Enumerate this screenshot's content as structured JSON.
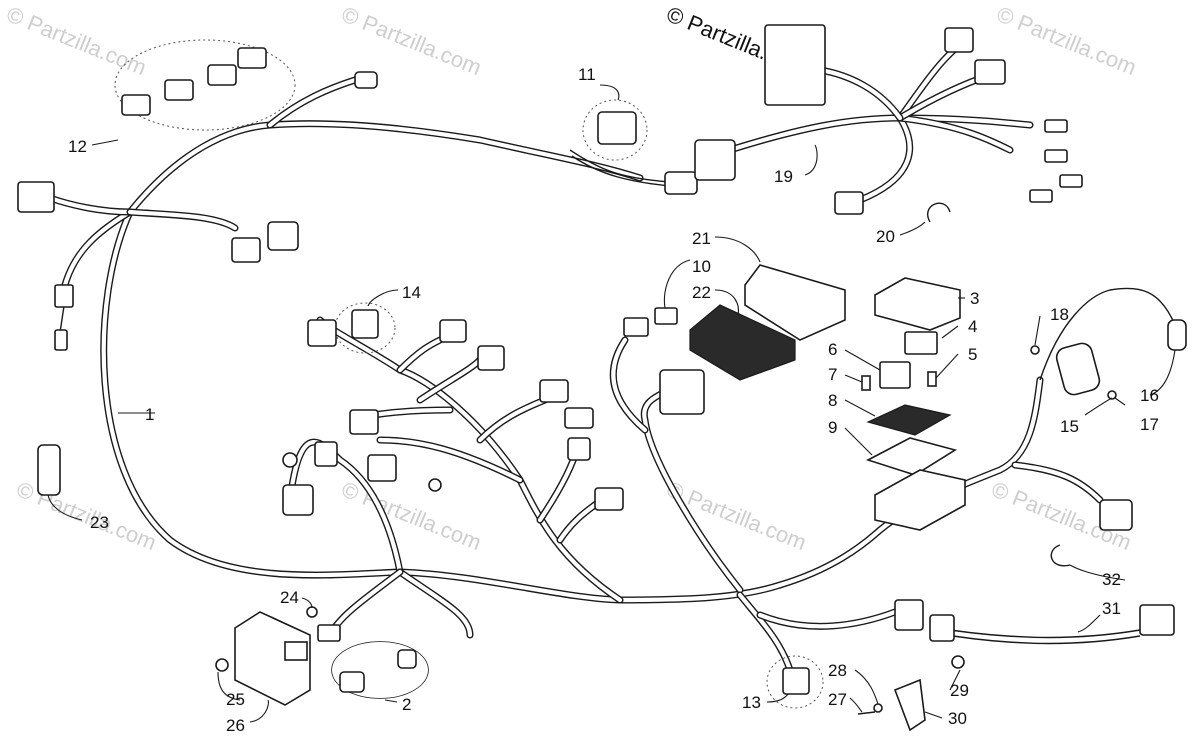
{
  "copyright": "© Partzilla.com",
  "watermark": "© Partzilla.com",
  "callouts": {
    "c1": "1",
    "c2": "2",
    "c3": "3",
    "c4": "4",
    "c5": "5",
    "c6": "6",
    "c7": "7",
    "c8": "8",
    "c9": "9",
    "c10": "10",
    "c11": "11",
    "c12": "12",
    "c13": "13",
    "c14": "14",
    "c15": "15",
    "c16": "16",
    "c17": "17",
    "c18": "18",
    "c19": "19",
    "c20": "20",
    "c21": "21",
    "c22": "22",
    "c23": "23",
    "c24": "24",
    "c25": "25",
    "c26": "26",
    "c27": "27",
    "c28": "28",
    "c29": "29",
    "c30": "30",
    "c31": "31",
    "c32": "32"
  }
}
